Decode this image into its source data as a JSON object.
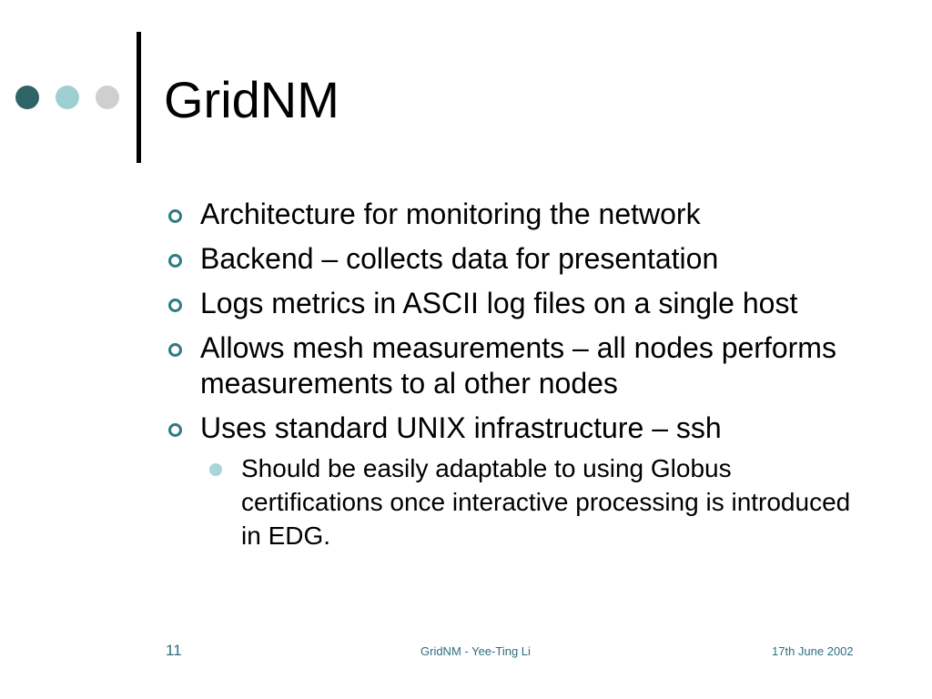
{
  "slide": {
    "title": "GridNM",
    "bullets": [
      {
        "text": "Architecture for monitoring the network"
      },
      {
        "text": "Backend – collects data for presentation"
      },
      {
        "text": "Logs metrics in ASCII log files on a single host"
      },
      {
        "text": "Allows mesh measurements – all nodes performs measurements to al other nodes"
      },
      {
        "text": "Uses standard UNIX infrastructure – ssh"
      }
    ],
    "sub_bullets": [
      {
        "text": "Should be easily adaptable to using Globus certifications once interactive processing is introduced in EDG."
      }
    ]
  },
  "footer": {
    "page_number": "11",
    "center_text": "GridNM - Yee-Ting Li",
    "date": "17th June 2002"
  },
  "colors": {
    "dot_dark": "#2E6466",
    "dot_light": "#9ECFD2",
    "dot_gray": "#CFCFCF",
    "bullet_ring": "#2F7A8A",
    "sub_bullet": "#A6D6D8",
    "footer_text": "#2E6E7E"
  }
}
